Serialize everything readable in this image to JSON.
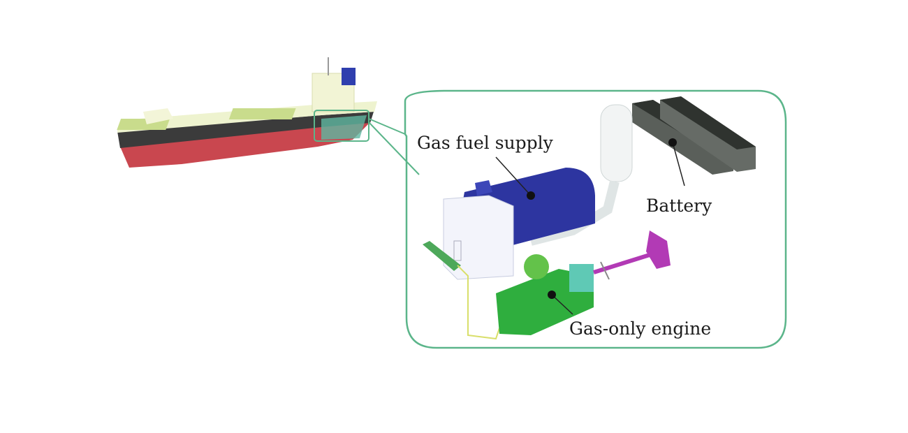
{
  "diagram": {
    "title": "Ship propulsion system overview",
    "labels": {
      "gas_fuel_supply": "Gas fuel supply",
      "battery": "Battery",
      "gas_only_engine": "Gas-only engine"
    },
    "colors": {
      "callout_border": "#5bb58a",
      "hull_red": "#c9474f",
      "hull_dark": "#3b3b3b",
      "deck": "#f0f5d0",
      "fuel_tank": "#2d35a0",
      "engine": "#2fae3e",
      "battery": "#4a4f4a",
      "propeller": "#b23ab5",
      "funnel": "#2f3fae"
    }
  }
}
